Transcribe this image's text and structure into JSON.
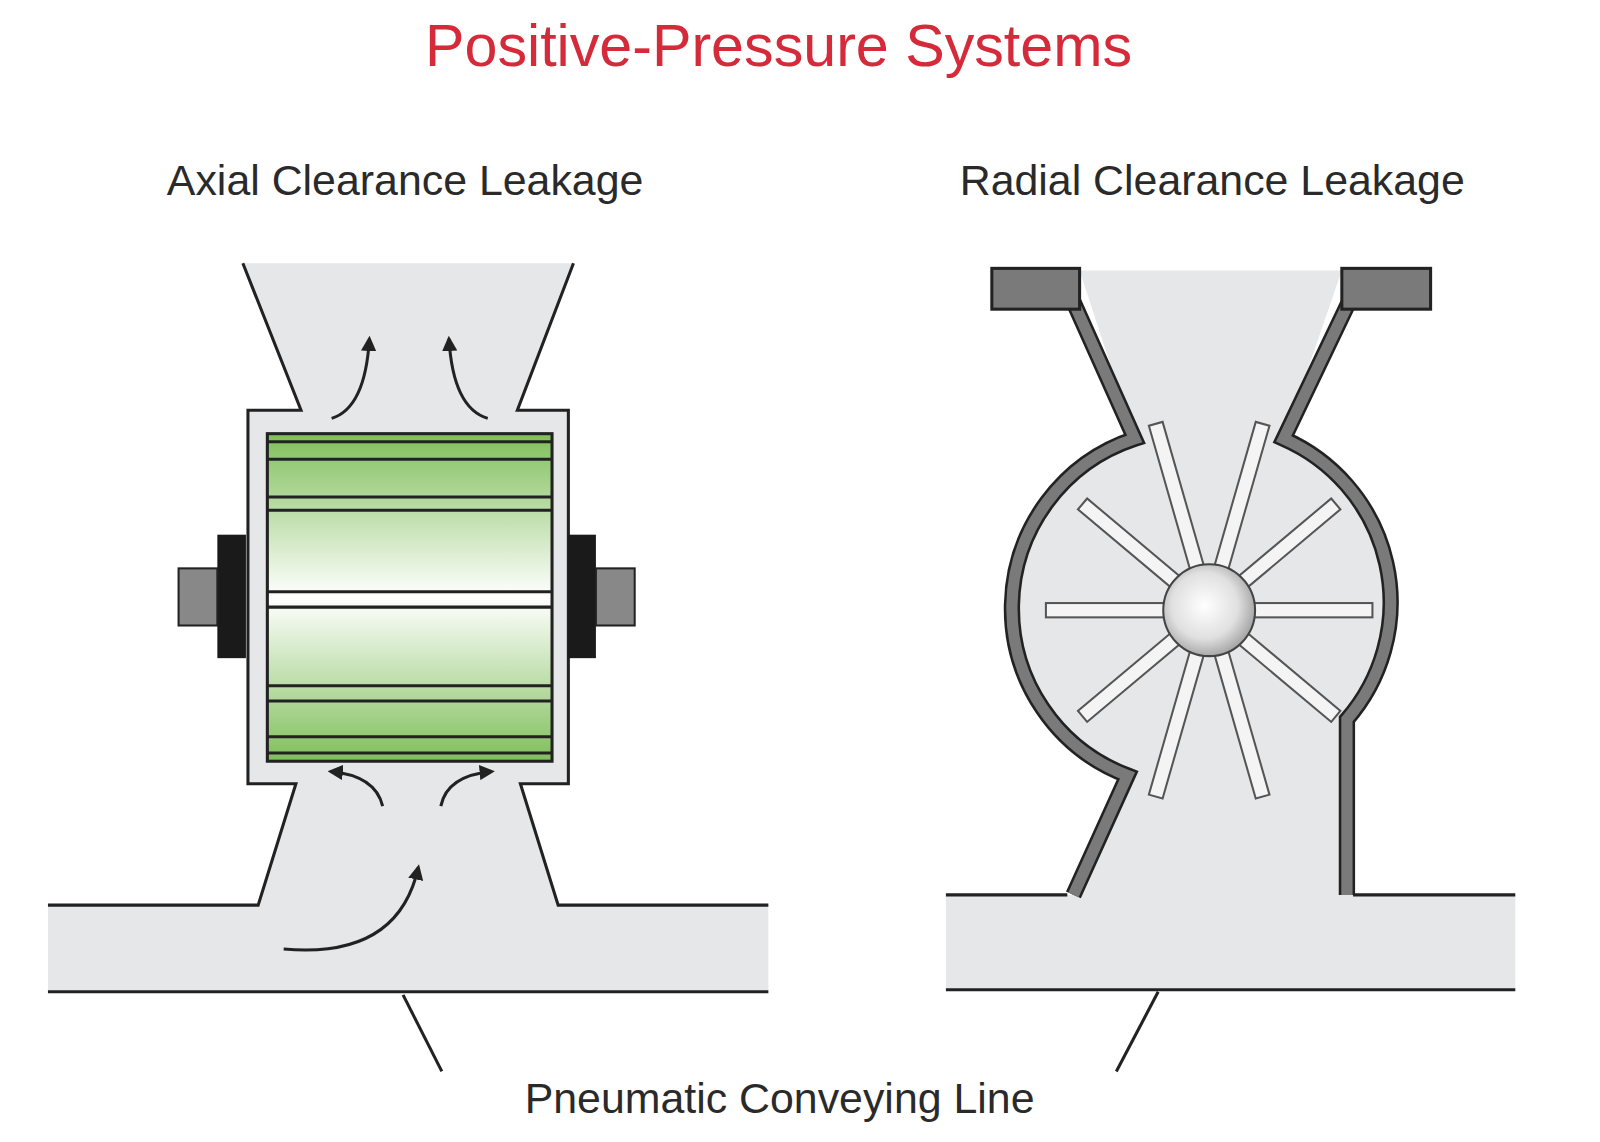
{
  "diagram": {
    "title": "Positive-Pressure Systems",
    "labels": [
      "Axial Clearance Leakage",
      "Radial Clearance Leakage",
      "Pneumatic Conveying Line"
    ]
  }
}
